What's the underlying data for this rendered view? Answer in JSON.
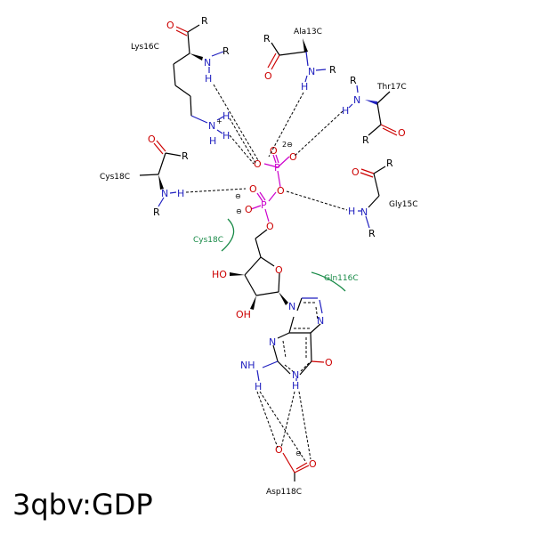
{
  "title": "3qbv:GDP",
  "residues": {
    "lys16c": "Lys16C",
    "ala13c": "Ala13C",
    "thr17c": "Thr17C",
    "cys18c_top": "Cys18C",
    "gly15c": "Gly15C",
    "cys18c_hydrophobic": "Cys18C",
    "gln116c": "Gln116C",
    "asp118c": "Asp118C"
  },
  "atoms": {
    "r": "R",
    "o": "O",
    "n": "N",
    "h": "H",
    "p": "P",
    "ho": "HO",
    "oh": "OH",
    "nh": "NH",
    "charge_plus": "+",
    "charge_minus": "⊖",
    "charge_2minus": "2⊖"
  },
  "colors": {
    "nitrogen": "#1f1fbf",
    "oxygen": "#cc0000",
    "phosphorus": "#cc00cc",
    "hydrophobic_arc": "#188a47"
  }
}
